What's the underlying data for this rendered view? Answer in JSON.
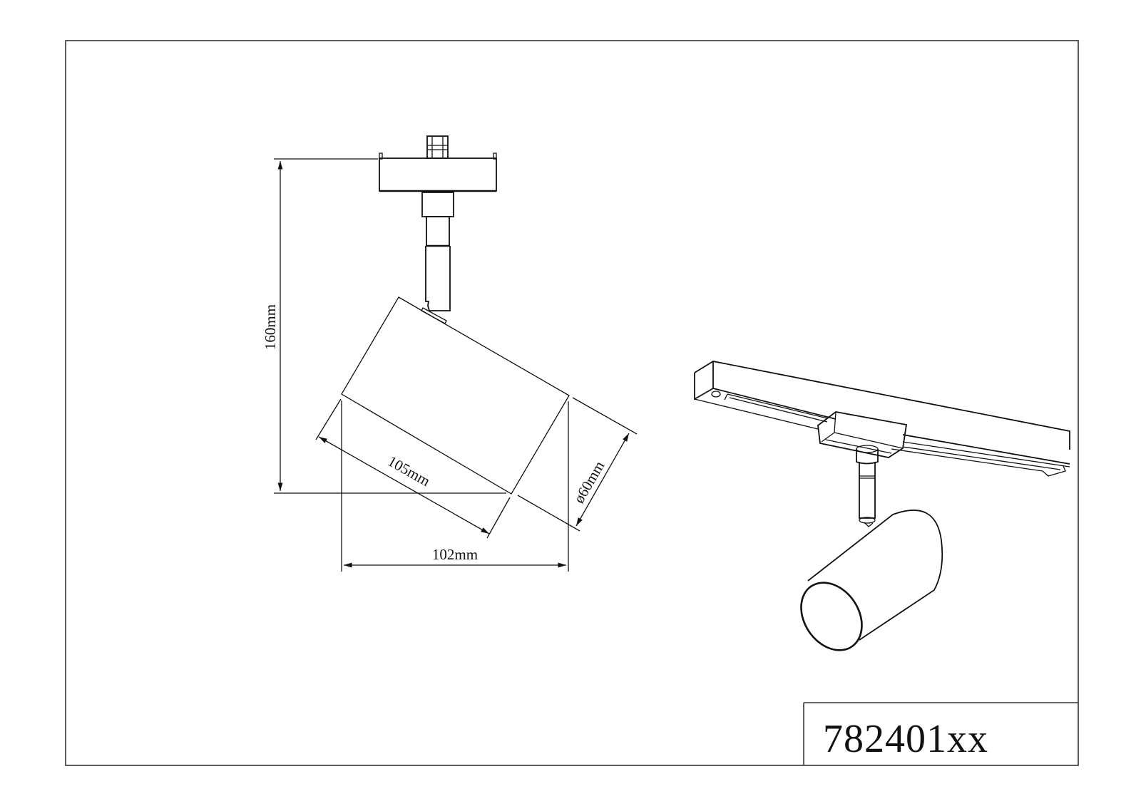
{
  "drawing": {
    "title": "Track spotlight dimension drawing",
    "views": [
      "side-view",
      "perspective-view"
    ]
  },
  "dimensions": {
    "height": "160mm",
    "body_length": "105mm",
    "overall_width": "102mm",
    "diameter": "ø60mm"
  },
  "title_block": {
    "part_number": "782401xx"
  },
  "colors": {
    "line": "#111111",
    "frame": "#333333",
    "background": "#ffffff"
  }
}
